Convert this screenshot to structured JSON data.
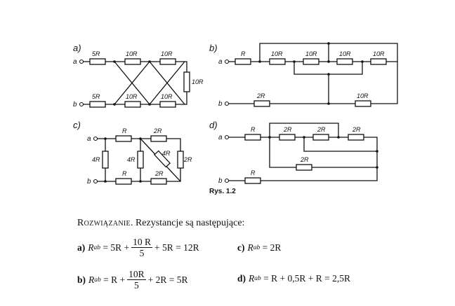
{
  "figure": {
    "caption": "Rys. 1.2",
    "panels": [
      {
        "label": "a)",
        "resistors": [
          "5R",
          "10R",
          "10R",
          "5R",
          "10R",
          "10R",
          "10R"
        ],
        "terminals": [
          "a",
          "b"
        ]
      },
      {
        "label": "b)",
        "resistors": [
          "R",
          "10R",
          "10R",
          "10R",
          "10R",
          "2R",
          "10R"
        ],
        "terminals": [
          "a",
          "b"
        ]
      },
      {
        "label": "c)",
        "resistors": [
          "R",
          "2R",
          "4R",
          "4R",
          "4R",
          "2R",
          "R",
          "2R"
        ],
        "terminals": [
          "a",
          "b"
        ]
      },
      {
        "label": "d)",
        "resistors": [
          "R",
          "2R",
          "2R",
          "2R",
          "2R",
          "R"
        ],
        "terminals": [
          "a",
          "b"
        ]
      }
    ]
  },
  "solution": {
    "heading_sc": "Rozwiązanie",
    "heading_rest": ". Rezystancje są następujące:",
    "a": {
      "label": "a)",
      "lhs": "R",
      "sub": "ab",
      "pre": "= 5R +",
      "num": "10 R",
      "den": "5",
      "post": "+ 5R = 12R"
    },
    "b": {
      "label": "b)",
      "lhs": "R",
      "sub": "ab",
      "pre": "= R +",
      "num": "10R",
      "den": "5",
      "post": "+ 2R = 5R"
    },
    "c": {
      "label": "c)",
      "lhs": "R",
      "sub": "ab",
      "rhs": "= 2R"
    },
    "d": {
      "label": "d)",
      "lhs": "R",
      "sub": "ab",
      "rhs": "= R + 0,5R + R = 2,5R"
    }
  }
}
